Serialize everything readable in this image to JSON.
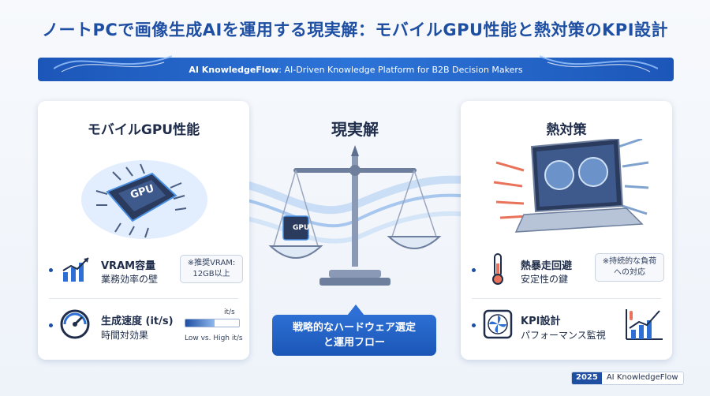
{
  "header": {
    "title": "ノートPCで画像生成AIを運用する現実解：モバイルGPU性能と熱対策のKPI設計"
  },
  "banner": {
    "brand": "AI KnowledgeFlow",
    "tagline": ": AI-Driven Knowledge Platform for B2B Decision Makers"
  },
  "left_card": {
    "title": "モバイルGPU性能",
    "chip_label": "GPU",
    "items": [
      {
        "icon": "bar-chart-icon",
        "title": "VRAM容量",
        "sub": "業務効率の壁",
        "note": "※推奨VRAM:\n12GB以上"
      },
      {
        "icon": "speedometer-icon",
        "title": "生成速度 (it/s)",
        "sub": "時間対効果",
        "bar_top": "it/s",
        "bar_bottom": "Low vs. High it/s",
        "bar_fill": 0.55
      }
    ]
  },
  "center": {
    "title": "現実解",
    "chip_label": "GPU",
    "callout_line1": "戦略的なハードウェア選定",
    "callout_line2": "と運用フロー"
  },
  "right_card": {
    "title": "熱対策",
    "items": [
      {
        "icon": "thermometer-icon",
        "title": "熱暴走回避",
        "sub": "安定性の鍵",
        "note": "※持続的な負荷\nへの対応"
      },
      {
        "icon": "fan-icon",
        "title": "KPI設計",
        "sub": "パフォーマンス監視"
      }
    ]
  },
  "footer": {
    "year": "2025",
    "name": "AI KnowledgeFlow"
  },
  "colors": {
    "primary": "#1e4fa3",
    "accent": "#2d74d8",
    "warm": "#e8735a"
  }
}
